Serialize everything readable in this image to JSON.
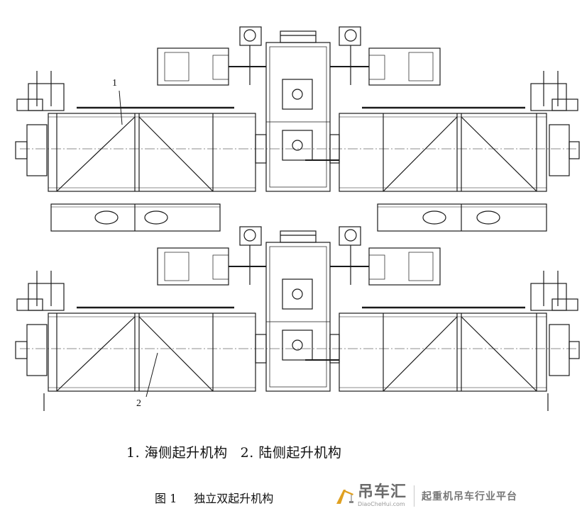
{
  "callouts": {
    "one": "1",
    "two": "2"
  },
  "legend": {
    "item1": "1. 海侧起升机构",
    "item2": "2. 陆侧起升机构"
  },
  "caption": {
    "fig": "图 1",
    "title": "独立双起升机构"
  },
  "watermark": {
    "brand": "吊车汇",
    "url": "DiaoCheHui.com",
    "slogan": "起重机吊车行业平台"
  },
  "colors": {
    "line": "#1a1a1a",
    "watermark": "#7a7a7a"
  }
}
